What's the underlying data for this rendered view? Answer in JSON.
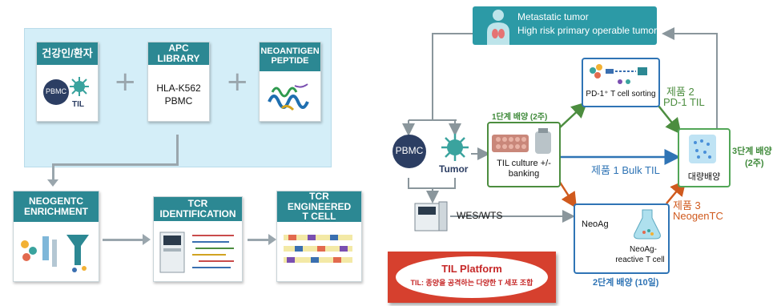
{
  "left": {
    "card1": {
      "title": "건강인/환자",
      "pbmc": "PBMC",
      "til": "TIL"
    },
    "card2": {
      "title": "APC LIBRARY",
      "line1": "HLA-K562",
      "line2": "PBMC"
    },
    "card3": {
      "title_line1": "NEOANTIGEN",
      "title_line2": "PEPTIDE"
    },
    "card4": {
      "title_line1": "NEOGENTC",
      "title_line2": "ENRICHMENT"
    },
    "card5": {
      "title": "TCR IDENTIFICATION"
    },
    "card6": {
      "title_line1": "TCR ENGINEERED",
      "title_line2": "T CELL"
    },
    "plus_symbol": "+"
  },
  "right": {
    "tumor_box": {
      "line1": "Metastatic tumor",
      "line2": "High risk primary operable tumor"
    },
    "pbmc_label": "PBMC",
    "tumor_label": "Tumor",
    "stage1": "1단계 배양 (2주)",
    "til_culture": {
      "line1": "TIL culture +/-",
      "line2": "banking"
    },
    "pd1_box_label": "PD-1⁺ T cell sorting",
    "product2": {
      "line1": "제품 2",
      "line2": "PD-1 TIL"
    },
    "product1": "제품 1 Bulk TIL",
    "mass_culture": "대량배양",
    "stage3": {
      "line1": "3단계 배양",
      "line2": "(2주)"
    },
    "product3": {
      "line1": "제품 3",
      "line2": "NeogenTC"
    },
    "wes": "WES/WTS",
    "neoag": "NeoAg",
    "neoag_reactive": {
      "line1": "NeoAg-",
      "line2": "reactive T cell"
    },
    "stage2": "2단계 배양 (10일)",
    "platform": {
      "title": "TIL Platform",
      "subtitle": "TIL: 종양을 공격하는 다양한 T 세포 조합"
    }
  },
  "colors": {
    "teal_header": "#2c8893",
    "light_blue_bg": "#d4eef8",
    "green": "#4c8d3f",
    "blue": "#2f74b5",
    "orange": "#d05a1e",
    "red_platform": "#c62828"
  }
}
